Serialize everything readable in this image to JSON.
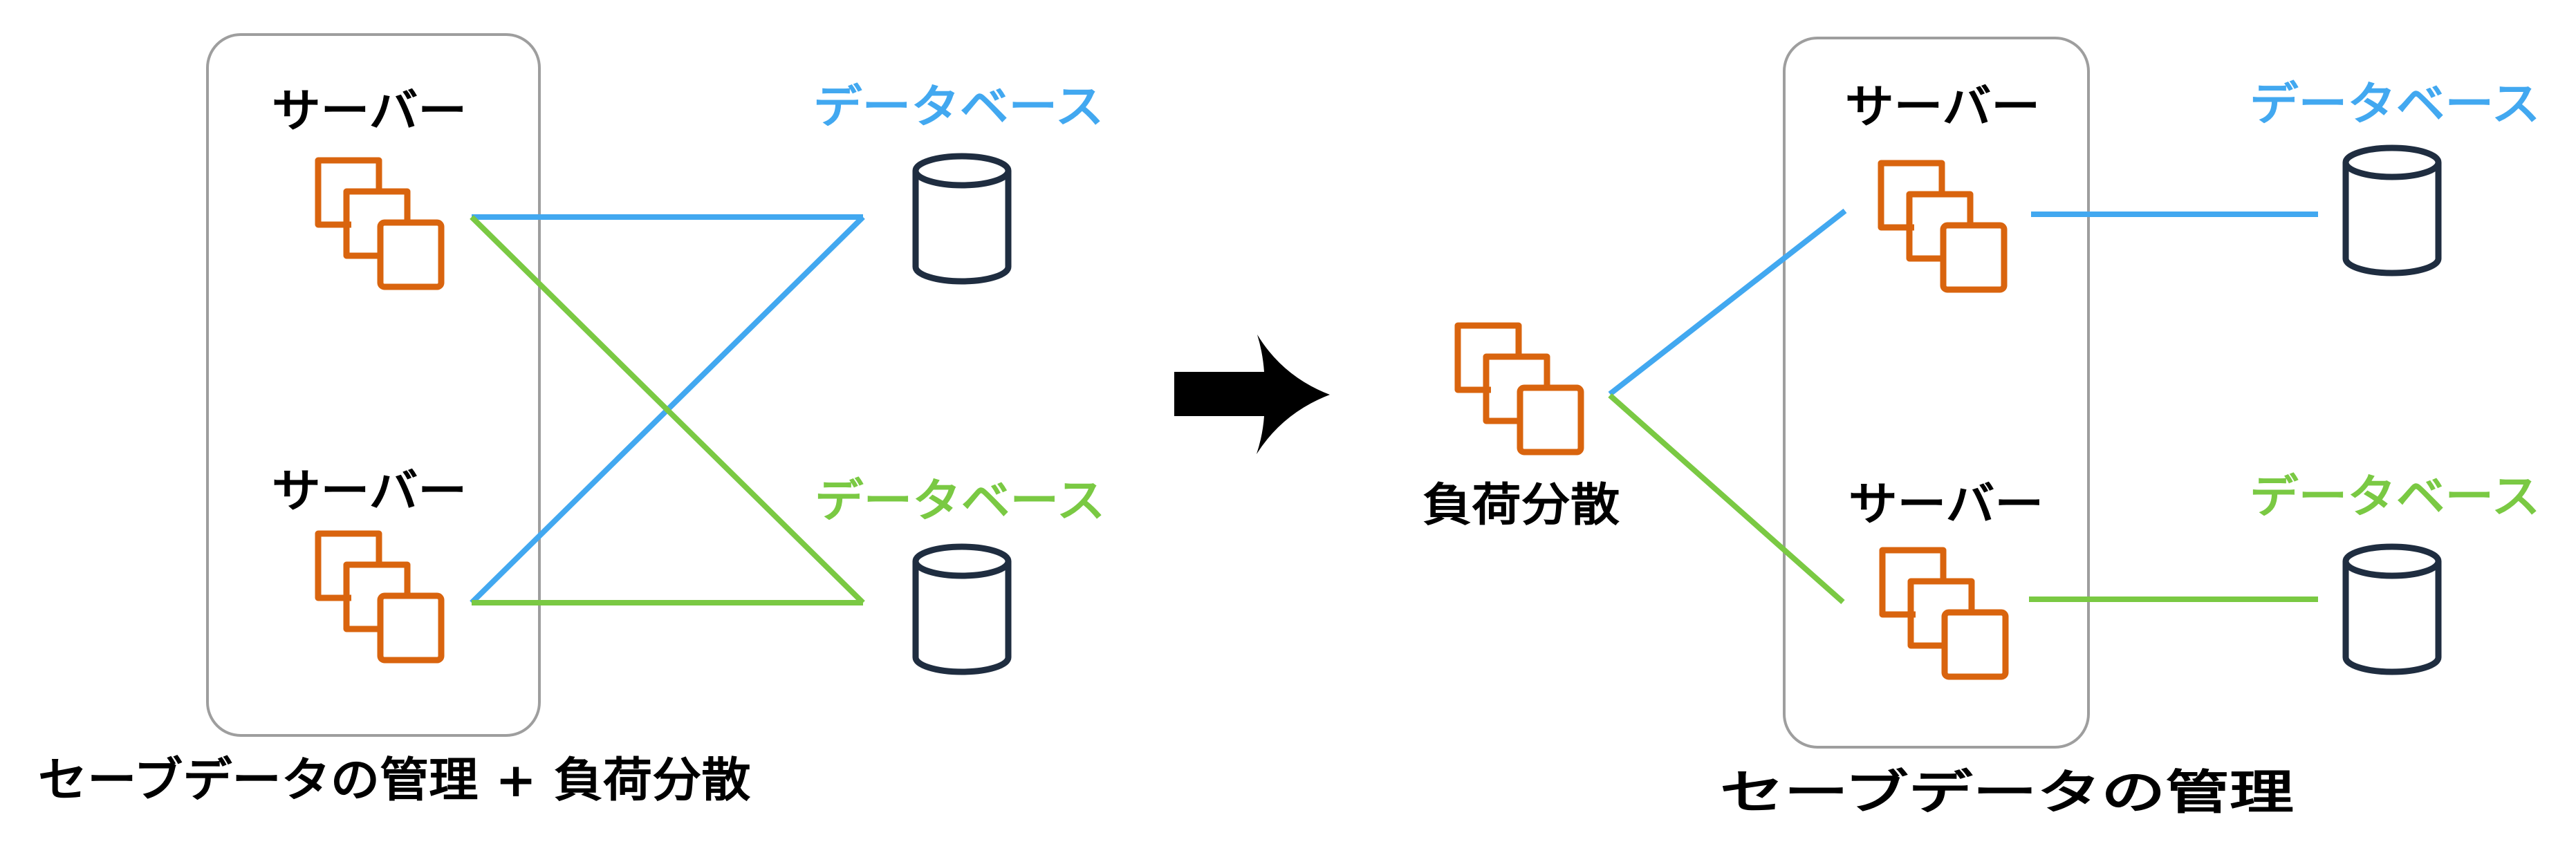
{
  "colors": {
    "server_icon": "#D9640E",
    "database_icon": "#1F2D40",
    "blue": "#42A8F0",
    "green": "#7AC943",
    "group_border": "#9E9E9E",
    "arrow": "#000000",
    "text": "#000000"
  },
  "before": {
    "group_caption": "セーブデータの管理 + 負荷分散",
    "servers": [
      {
        "label": "サーバー",
        "icon": "server-stack-icon"
      },
      {
        "label": "サーバー",
        "icon": "server-stack-icon"
      }
    ],
    "databases": [
      {
        "label": "データベース",
        "color_key": "blue",
        "icon": "database-icon"
      },
      {
        "label": "データベース",
        "color_key": "green",
        "icon": "database-icon"
      }
    ],
    "connections": [
      {
        "from": "server-1",
        "to": "database-blue",
        "color_key": "blue"
      },
      {
        "from": "server-2",
        "to": "database-blue",
        "color_key": "blue"
      },
      {
        "from": "server-1",
        "to": "database-green",
        "color_key": "green"
      },
      {
        "from": "server-2",
        "to": "database-green",
        "color_key": "green"
      }
    ]
  },
  "transition": {
    "icon": "right-arrow-icon"
  },
  "after": {
    "load_balancer": {
      "label": "負荷分散",
      "icon": "server-stack-icon"
    },
    "group_caption": "セーブデータの管理",
    "servers": [
      {
        "label": "サーバー",
        "icon": "server-stack-icon"
      },
      {
        "label": "サーバー",
        "icon": "server-stack-icon"
      }
    ],
    "databases": [
      {
        "label": "データベース",
        "color_key": "blue",
        "icon": "database-icon"
      },
      {
        "label": "データベース",
        "color_key": "green",
        "icon": "database-icon"
      }
    ],
    "connections": [
      {
        "from": "load-balancer",
        "to": "server-1",
        "color_key": "blue"
      },
      {
        "from": "load-balancer",
        "to": "server-2",
        "color_key": "green"
      },
      {
        "from": "server-1",
        "to": "database-blue",
        "color_key": "blue"
      },
      {
        "from": "server-2",
        "to": "database-green",
        "color_key": "green"
      }
    ]
  }
}
